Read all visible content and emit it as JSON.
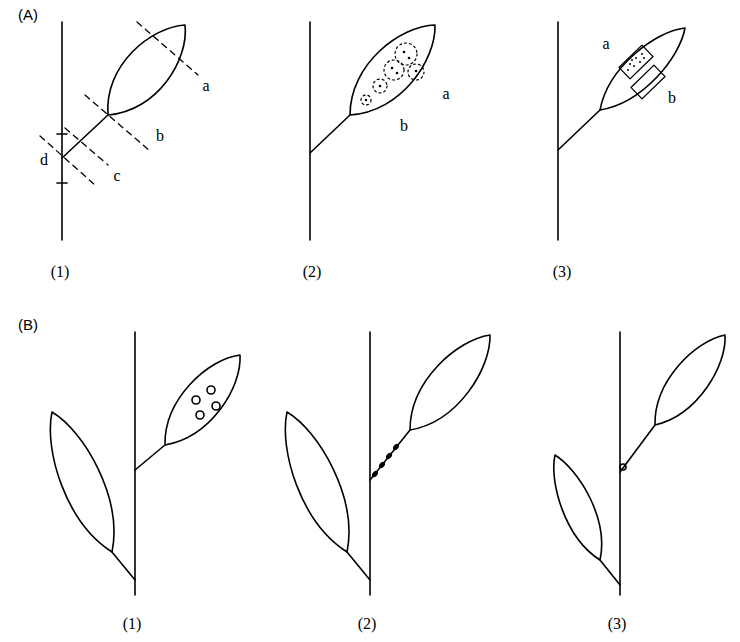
{
  "diagram": {
    "labels": [
      "(A)",
      "a",
      "b",
      "c",
      "d",
      "a",
      "b",
      "a",
      "b",
      "(1)",
      "(2)",
      "(3)",
      "(B)",
      "(1)",
      "(2)",
      "(3)"
    ]
  }
}
